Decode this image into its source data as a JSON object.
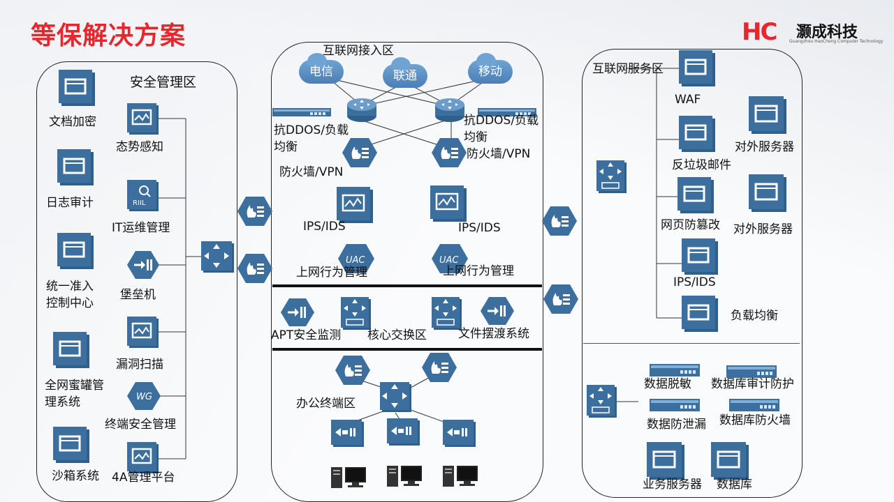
{
  "title": "等保解决方案",
  "logo": {
    "mark": "HC",
    "name": "灏成科技",
    "sub": "Guangzhou HaoCheng Computer Technology"
  },
  "zones": {
    "mgmt": "安全管理区",
    "internet_access": "互联网接入区",
    "internet_service": "互联网服务区",
    "core": "核心交换区",
    "office": "办公终端区"
  },
  "mgmt_left": {
    "doc_encrypt": "文档加密",
    "log_audit": "日志审计",
    "nac_line1": "统一准入",
    "nac_line2": "控制中心",
    "honeypot_line1": "全网蜜罐管",
    "honeypot_line2": "理系统",
    "sandbox": "沙箱系统"
  },
  "mgmt_right": {
    "situation": "态势感知",
    "it_ops": "IT运维管理",
    "bastion": "堡垒机",
    "vuln_scan": "漏洞扫描",
    "endpoint": "终端安全管理",
    "platform_4a": "4A管理平台"
  },
  "isp": {
    "telecom": "电信",
    "unicom": "联通",
    "mobile": "移动"
  },
  "access": {
    "ddos_left_line1": "抗DDOS/负载",
    "ddos_left_line2": "均衡",
    "ddos_right_line1": "抗DDOS/负载",
    "ddos_right_line2": "均衡",
    "fw_left": "防火墙/VPN",
    "fw_right": "防火墙/VPN",
    "ips_left": "IPS/IDS",
    "ips_right": "IPS/IDS",
    "uac_left": "上网行为管理",
    "uac_right": "上网行为管理",
    "uac_badge": "UAC"
  },
  "core_row": {
    "apt": "APT安全监测",
    "core": "核心交换区",
    "file_ferry": "文件摆渡系统"
  },
  "service": {
    "waf": "WAF",
    "anti_spam": "反垃圾邮件",
    "web_tamper": "网页防篡改",
    "ips": "IPS/IDS",
    "load_balance": "负载均衡",
    "ext_server_1": "对外服务器",
    "ext_server_2": "对外服务器"
  },
  "data_zone": {
    "masking": "数据脱敏",
    "db_audit": "数据库审计防护",
    "dlp": "数据防泄漏",
    "db_firewall": "数据库防火墙",
    "biz_server": "业务服务器",
    "database": "数据库"
  },
  "wg_badge": "WG",
  "colors": {
    "title_red": "#e8262c",
    "icon_blue": "#3c6f9e",
    "icon_light": "#7fb0dc"
  }
}
